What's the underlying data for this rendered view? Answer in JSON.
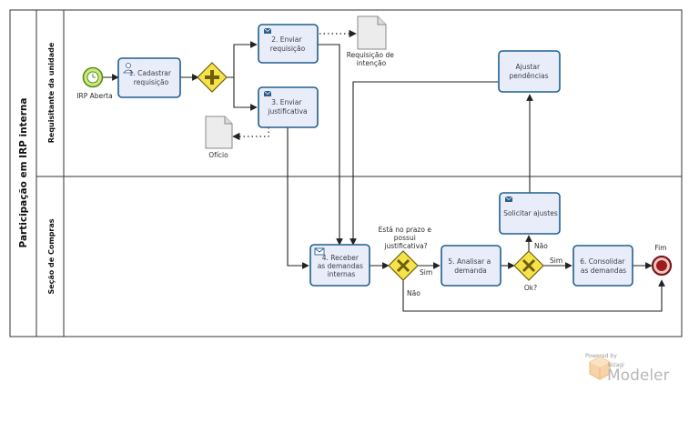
{
  "pool": {
    "title": "Participação em IRP interna"
  },
  "lanes": [
    {
      "id": "requisitante",
      "label": "Requisitante da unidade"
    },
    {
      "id": "compras",
      "label": "Seção de Compras"
    }
  ],
  "events": {
    "start": {
      "label": "IRP Aberta"
    },
    "end": {
      "label": "Fim"
    }
  },
  "tasks": {
    "t1": {
      "lines": [
        "1. Cadastrar",
        "requisição"
      ]
    },
    "t2": {
      "lines": [
        "2. Enviar",
        "requisição"
      ]
    },
    "t3": {
      "lines": [
        "3. Enviar",
        "justificativa"
      ]
    },
    "t4": {
      "lines": [
        "4. Receber",
        "as demandas",
        "internas"
      ]
    },
    "t5": {
      "lines": [
        "5. Analisar a",
        "demanda"
      ]
    },
    "t6": {
      "lines": [
        "6. Consolidar",
        "as demandas"
      ]
    },
    "ajustar": {
      "lines": [
        "Ajustar",
        "pendências"
      ]
    },
    "solicitar": {
      "lines": [
        "Solicitar ajustes"
      ]
    }
  },
  "gateways": {
    "prazo": {
      "lines": [
        "Está no prazo e",
        "possui",
        "justificativa?"
      ]
    },
    "ok": {
      "label": "Ok?"
    }
  },
  "flow_labels": {
    "sim1": "Sim",
    "nao1": "Não",
    "sim2": "Sim",
    "nao2": "Não"
  },
  "documents": {
    "requisicao": {
      "lines": [
        "Requisição de",
        "intenção"
      ]
    },
    "oficio": {
      "label": "Ofício"
    }
  },
  "branding": {
    "powered": "Powered by",
    "brand": "bizagi",
    "product": "Modeler"
  }
}
